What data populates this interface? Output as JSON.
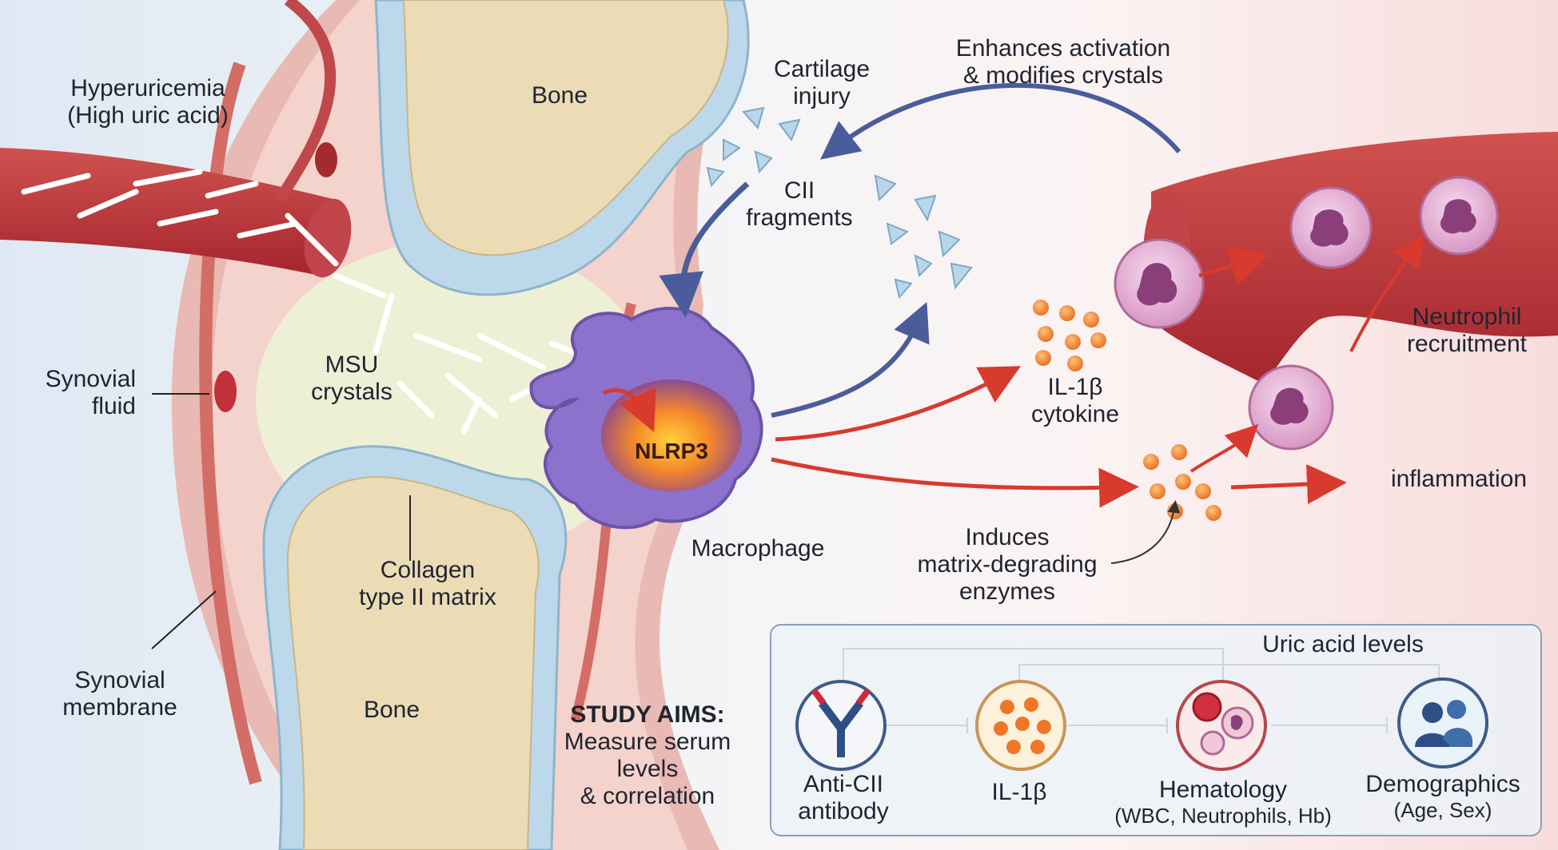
{
  "labels": {
    "hyperuricemia": "Hyperuricemia",
    "high_uric_acid": "(High uric acid)",
    "bone_top": "Bone",
    "bone_bottom": "Bone",
    "cartilage_injury_1": "Cartilage",
    "cartilage_injury_2": "injury",
    "enhances_1": "Enhances activation",
    "enhances_2": "& modifies crystals",
    "cii_fragments_1": "CII",
    "cii_fragments_2": "fragments",
    "synovial_fluid_1": "Synovial",
    "synovial_fluid_2": "fluid",
    "msu_1": "MSU",
    "msu_2": "crystals",
    "nlrp3": "NLRP3",
    "macrophage": "Macrophage",
    "il1b_cytokine_1": "IL-1β",
    "il1b_cytokine_2": "cytokine",
    "neutrophil_1": "Neutrophil",
    "neutrophil_2": "recruitment",
    "inflammation": "inflammation",
    "collagen_1": "Collagen",
    "collagen_2": "type II matrix",
    "induces_1": "Induces",
    "induces_2": "matrix-degrading",
    "induces_3": "enzymes",
    "synovial_membrane_1": "Synovial",
    "synovial_membrane_2": "membrane"
  },
  "study_aims": {
    "title": "STUDY AIMS:",
    "line1": "Measure serum",
    "line2": "levels",
    "line3": "& correlation",
    "uric_acid_levels": "Uric acid levels",
    "items": [
      {
        "label1": "Anti-CII",
        "label2": "antibody",
        "icon": "antibody-icon"
      },
      {
        "label1": "IL-1β",
        "label2": "",
        "icon": "cytokine-icon"
      },
      {
        "label1": "Hematology",
        "label2": "(WBC, Neutrophils, Hb)",
        "icon": "blood-cells-icon"
      },
      {
        "label1": "Demographics",
        "label2": "(Age, Sex)",
        "icon": "people-icon"
      }
    ]
  },
  "colors": {
    "vessel_red": "#b8333a",
    "cartilage_blue": "#bcd8ea",
    "bone_tan": "#ecdcb6",
    "macrophage_purple": "#8c72cc",
    "arrow_red": "#d83a2e",
    "arrow_blue": "#4a5d9a",
    "cytokine_orange": "#f08a3a",
    "neutrophil_pink": "#e8b4d4"
  }
}
